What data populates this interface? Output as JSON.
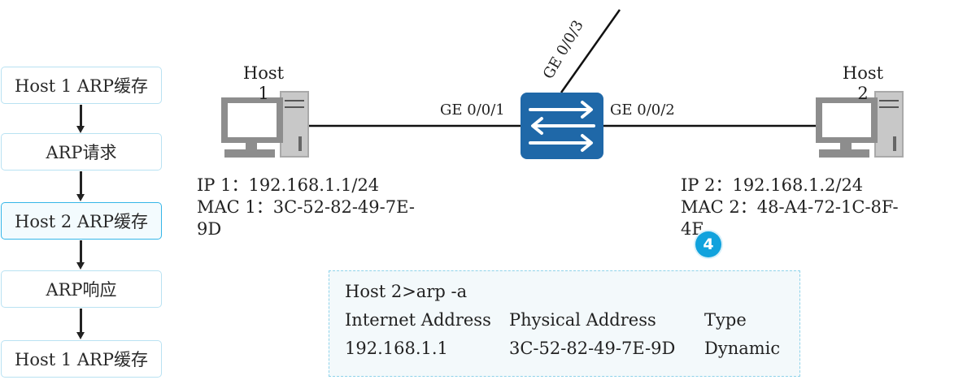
{
  "flow": {
    "steps": [
      "Host 1 ARP缓存",
      "ARP请求",
      "Host 2 ARP缓存",
      "ARP响应",
      "Host 1 ARP缓存"
    ]
  },
  "hosts": {
    "host1": {
      "label_line1": "Host",
      "label_line2": "1",
      "ip": "IP 1：192.168.1.1/24",
      "mac_line1": "MAC 1：3C-52-82-49-7E-",
      "mac_line2": "9D"
    },
    "host2": {
      "label_line1": "Host",
      "label_line2": "2",
      "ip": "IP 2：192.168.1.2/24",
      "mac_line1": "MAC 2：48-A4-72-1C-8F-",
      "mac_line2": "4E"
    }
  },
  "switch": {
    "ports": {
      "p1": "GE 0/0/1",
      "p2": "GE 0/0/2",
      "p3": "GE 0/0/3"
    },
    "color": "#1f68a8"
  },
  "step_badge": "4",
  "cli": {
    "command": "Host 2>arp -a",
    "headers": [
      "Internet Address",
      "Physical Address",
      "Type"
    ],
    "row": [
      "192.168.1.1",
      "3C-52-82-49-7E-9D",
      "Dynamic"
    ]
  },
  "colors": {
    "accent": "#10a2dd",
    "box_border": "#b9e2f2",
    "cli_border": "#8fd3ea",
    "cli_bg": "#f3f9fb"
  }
}
